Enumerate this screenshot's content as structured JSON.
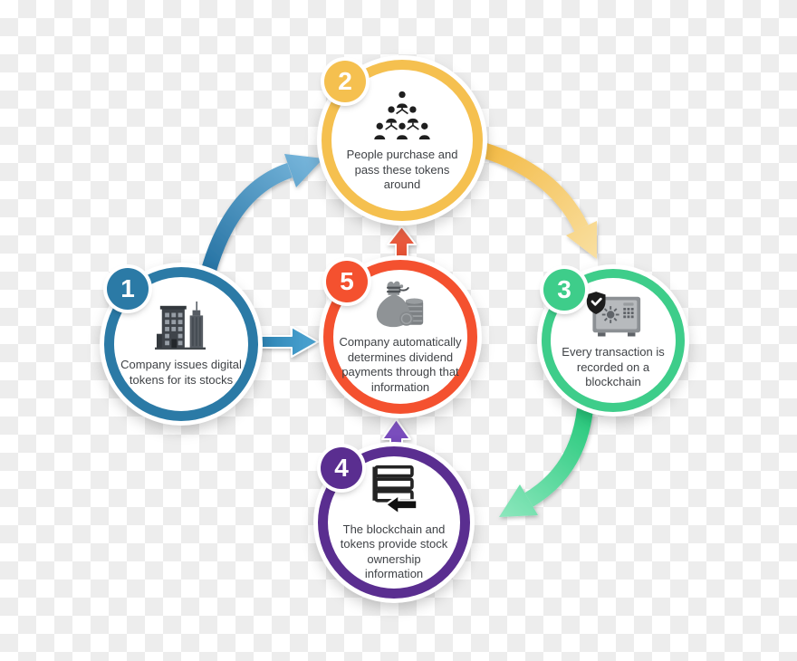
{
  "background": {
    "checker_color_a": "#ffffff",
    "checker_color_b": "#ededed"
  },
  "diagram": {
    "type": "process-cycle",
    "steps": [
      {
        "number": "1",
        "text": "Company issues digital tokens for its stocks",
        "color": "#2b7aa6",
        "icon": "city-buildings-icon"
      },
      {
        "number": "2",
        "text": "People purchase and pass these tokens around",
        "color": "#f5c04f",
        "icon": "people-network-icon"
      },
      {
        "number": "3",
        "text": "Every transaction is recorded on a blockchain",
        "color": "#3ecd8a",
        "icon": "secure-vault-shield-icon"
      },
      {
        "number": "4",
        "text": "The blockchain and tokens provide stock ownership information",
        "color": "#5a2e90",
        "icon": "stacked-records-arrow-icon"
      },
      {
        "number": "5",
        "text": "Company automatically determines dividend payments through that information",
        "color": "#f4512f",
        "icon": "money-bag-coins-icon"
      }
    ],
    "arrows": [
      {
        "name": "arrow-step1-to-step2",
        "from": "1",
        "to": "2",
        "color_start": "#1b6a9c",
        "color_end": "#7ab8dd"
      },
      {
        "name": "arrow-step2-to-step3",
        "from": "2",
        "to": "3",
        "color_start": "#f3b942",
        "color_end": "#f9dfa0"
      },
      {
        "name": "arrow-step3-to-step4",
        "from": "3",
        "to": "4",
        "color_start": "#27c97c",
        "color_end": "#8ce7bd"
      },
      {
        "name": "arrow-step1-to-step5",
        "from": "1",
        "to": "5",
        "color_start": "#2c82b2",
        "color_end": "#4ea6d4"
      },
      {
        "name": "arrow-step5-to-step2",
        "from": "5",
        "to": "2",
        "color_start": "#dd4527",
        "color_end": "#f0664a"
      },
      {
        "name": "arrow-step4-to-step5",
        "from": "4",
        "to": "5",
        "color_start": "#6a3fae",
        "color_end": "#8558c9"
      }
    ]
  }
}
